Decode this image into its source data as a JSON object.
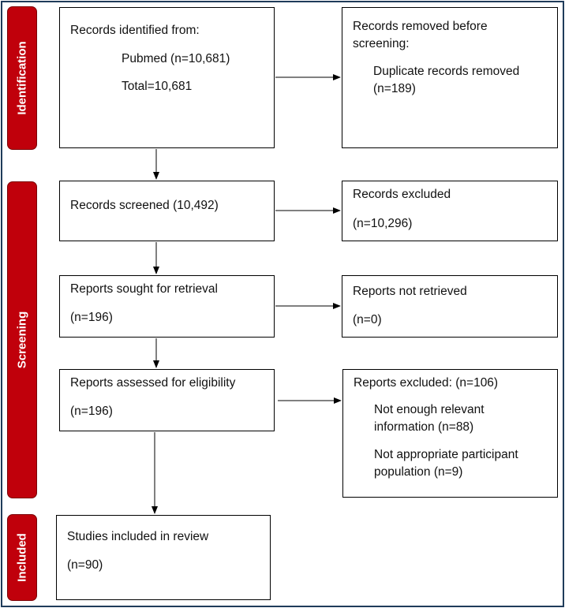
{
  "phases": {
    "identification": "Identification",
    "screening": "Screening",
    "included": "Included"
  },
  "identified": {
    "heading": "Records identified from:",
    "source": "Pubmed (n=10,681)",
    "total": "Total=10,681"
  },
  "removed": {
    "heading_line1": "Records removed before",
    "heading_line2": "screening:",
    "item_line1": "Duplicate records removed",
    "item_line2": "(n=189)"
  },
  "screened": {
    "label": "Records screened (10,492)"
  },
  "excluded": {
    "label": "Records excluded",
    "count": "(n=10,296)"
  },
  "sought": {
    "label": "Reports sought for retrieval",
    "count": "(n=196)"
  },
  "not_retrieved": {
    "label": "Reports not retrieved",
    "count": "(n=0)"
  },
  "assessed": {
    "label": "Reports assessed for eligibility",
    "count": "(n=196)"
  },
  "reports_excluded": {
    "heading": "Reports excluded: (n=106)",
    "reason1_line1": "Not enough relevant",
    "reason1_line2": "information (n=88)",
    "reason2_line1": "Not appropriate participant",
    "reason2_line2": "population (n=9)"
  },
  "included": {
    "label": "Studies included in review",
    "count": "(n=90)"
  },
  "colors": {
    "phase_tab": "#c0000b",
    "frame": "#1f3b5a"
  }
}
